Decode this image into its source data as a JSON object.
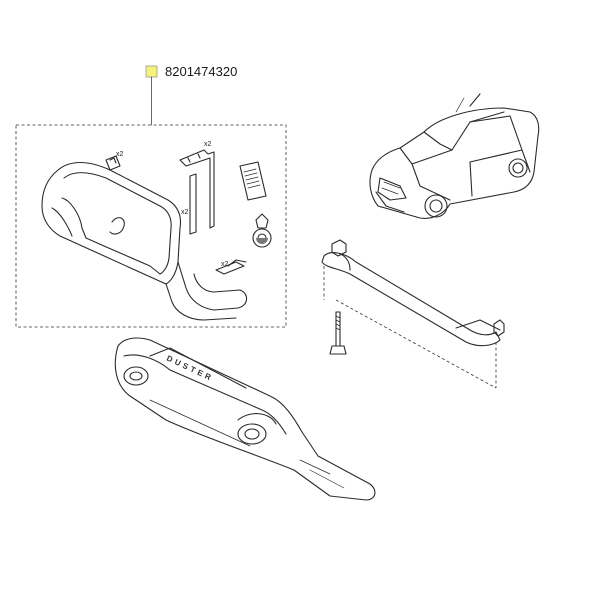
{
  "diagram": {
    "kit_part_number": "8201474320",
    "quantity_labels": {
      "bracket_top": "x2",
      "upright_brackets": "x2",
      "clip": "x2"
    },
    "bumper_badge": "DUSTER",
    "colors": {
      "callout_marker": "#f4f27a",
      "line": "#2b2b2b"
    }
  }
}
